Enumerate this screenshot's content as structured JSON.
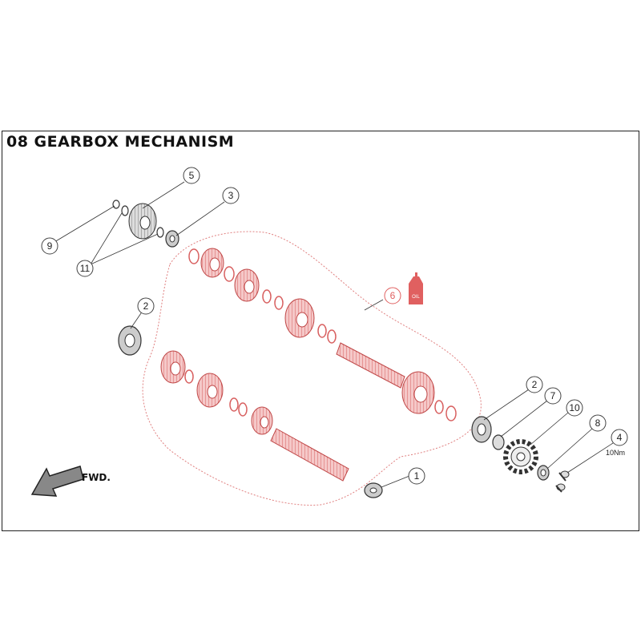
{
  "title": "08 GEARBOX MECHANISM",
  "fwd_label": "FWD.",
  "oil_label": "OIL",
  "torque_label": "10Nm",
  "callouts": {
    "c1": "1",
    "c2a": "2",
    "c2b": "2",
    "c3": "3",
    "c4": "4",
    "c5": "5",
    "c6": "6",
    "c7": "7",
    "c8": "8",
    "c9": "9",
    "c10": "10",
    "c11": "11"
  },
  "colors": {
    "highlight": "#e06060",
    "line": "#333333"
  }
}
